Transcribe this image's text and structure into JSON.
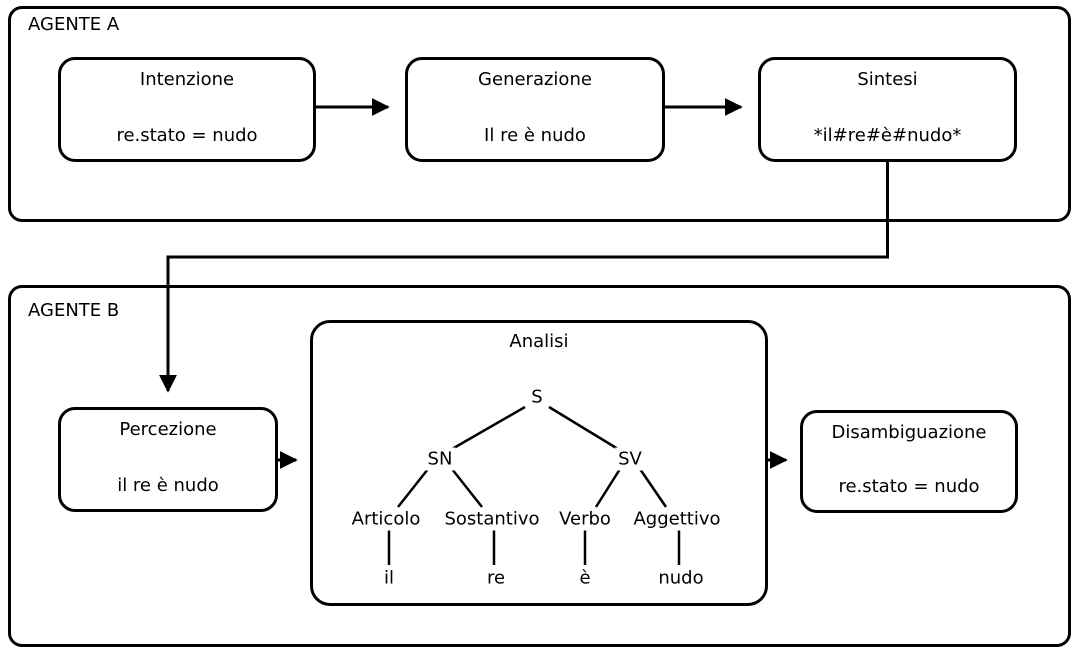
{
  "agent_a": {
    "label": "AGENTE A",
    "boxes": [
      {
        "title": "Intenzione",
        "value": "re.stato = nudo"
      },
      {
        "title": "Generazione",
        "value": "Il re è nudo"
      },
      {
        "title": "Sintesi",
        "value": "*il#re#è#nudo*"
      }
    ]
  },
  "agent_b": {
    "label": "AGENTE B",
    "percezione": {
      "title": "Percezione",
      "value": "il re è nudo"
    },
    "disambiguazione": {
      "title": "Disambiguazione",
      "value": "re.stato = nudo"
    },
    "analisi": {
      "title": "Analisi",
      "tree": {
        "s": "S",
        "sn": "SN",
        "sv": "SV",
        "articolo": "Articolo",
        "sostantivo": "Sostantivo",
        "verbo": "Verbo",
        "aggettivo": "Aggettivo",
        "word_il": "il",
        "word_re": "re",
        "word_e": "è",
        "word_nudo": "nudo"
      }
    }
  },
  "colors": {
    "line": "#000000",
    "background": "#ffffff"
  }
}
